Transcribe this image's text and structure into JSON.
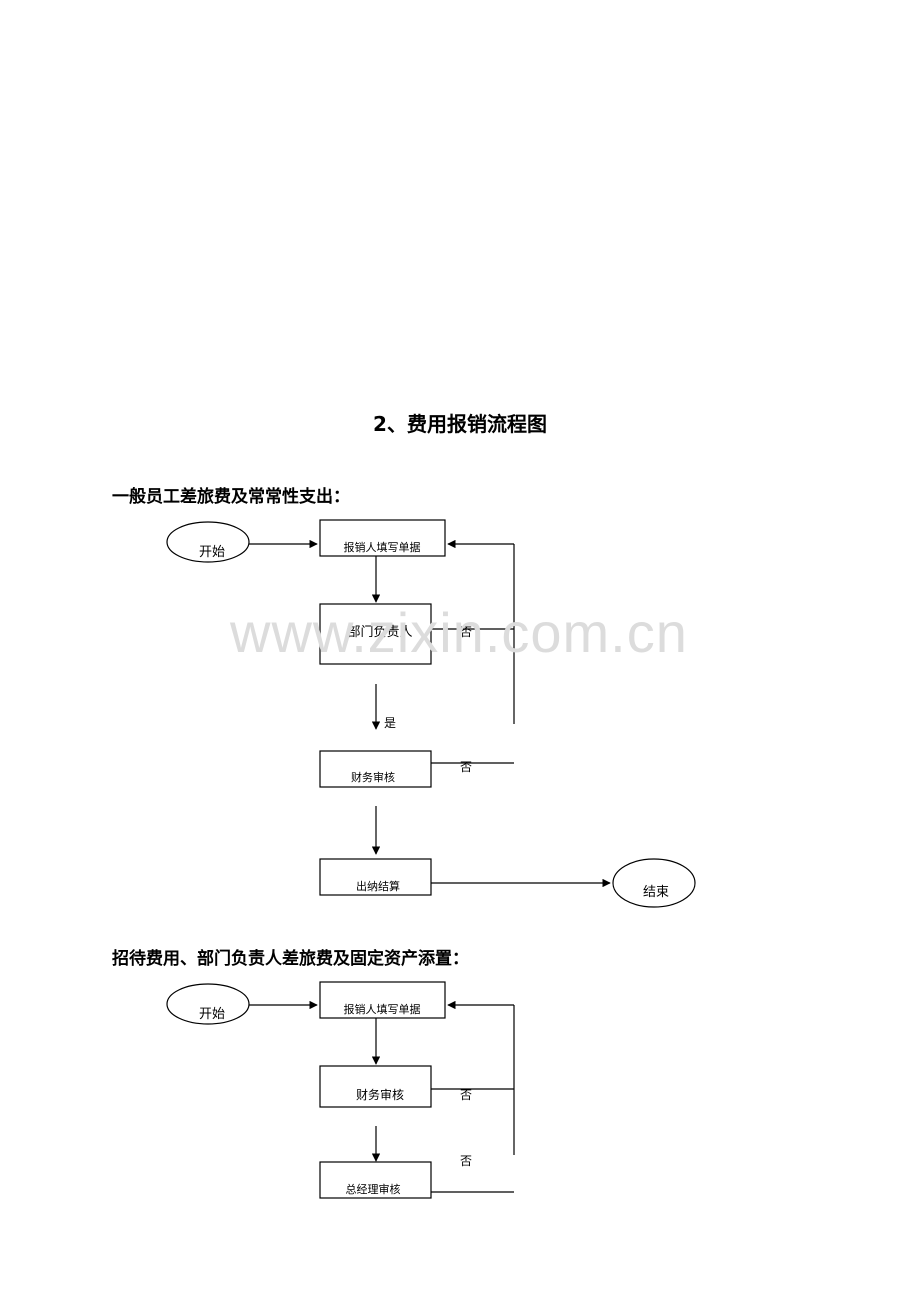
{
  "document": {
    "title": "2、费用报销流程图",
    "watermark": "www.zixin.com.cn"
  },
  "flow1": {
    "heading": "一般员工差旅费及常常性支出：",
    "start": "开始",
    "fill_form": "报销人填写单据",
    "dept_head": "部门负责人",
    "yes": "是",
    "no_1": "否",
    "finance_review": "财务审核",
    "no_2": "否",
    "cashier_settle": "出纳结算",
    "end": "结束"
  },
  "flow2": {
    "heading": "招待费用、部门负责人差旅费及固定资产添置：",
    "start": "开始",
    "fill_form": "报销人填写单据",
    "finance_review": "财务审核",
    "no_1": "否",
    "no_2": "否",
    "gm_review": "总经理审核"
  }
}
